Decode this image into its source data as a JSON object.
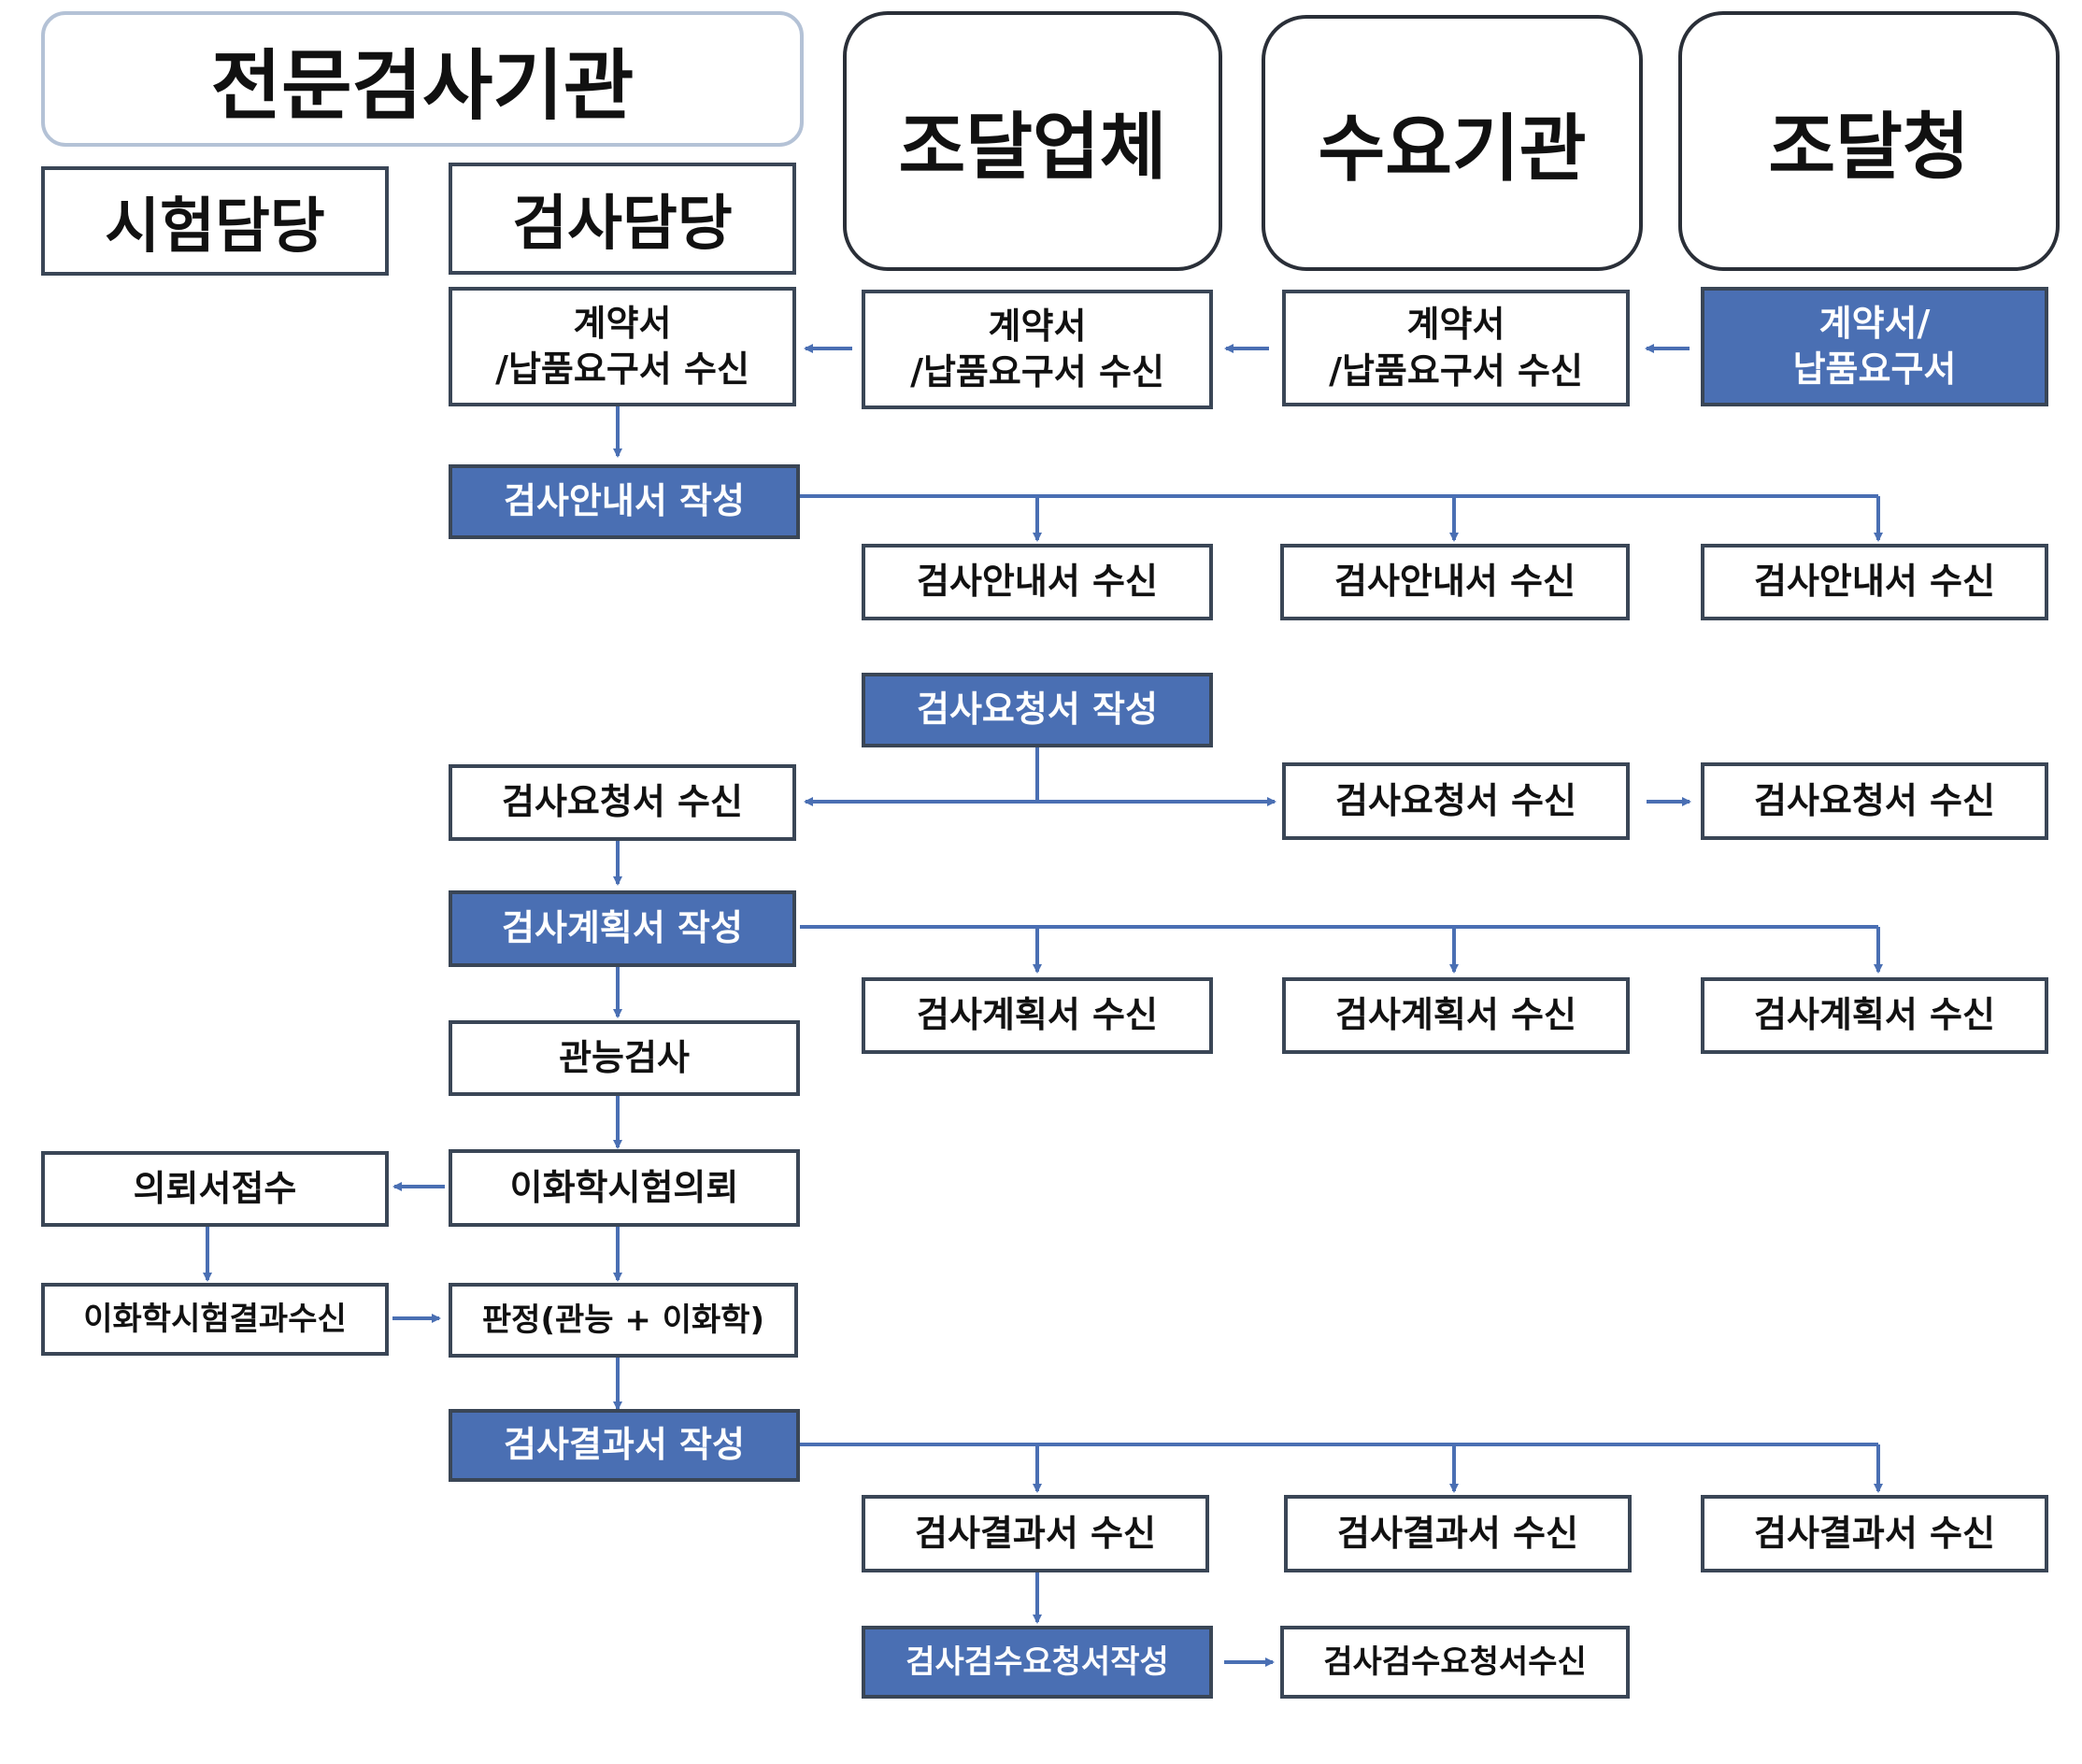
{
  "headers": {
    "institution": "전문검사기관",
    "test_dept": "시험담당",
    "inspect_dept": "검사담당",
    "supplier": "조달업체",
    "demand_org": "수요기관",
    "pps": "조달청"
  },
  "nodes": {
    "contract_issue": "계약서/\n납품요구서",
    "contract_rcv_demand": "계약서\n/납품요구서 수신",
    "contract_rcv_supplier": "계약서\n/납품요구서 수신",
    "contract_rcv_inspect": "계약서\n/납품요구서 수신",
    "guide_write": "검사안내서 작성",
    "guide_rcv_supplier": "검사안내서 수신",
    "guide_rcv_demand": "검사안내서 수신",
    "guide_rcv_pps": "검사안내서 수신",
    "request_write": "검사요청서 작성",
    "request_rcv_inspect": "검사요청서 수신",
    "request_rcv_demand": "검사요청서 수신",
    "request_rcv_pps": "검사요청서 수신",
    "plan_write": "검사계획서 작성",
    "plan_rcv_supplier": "검사계획서 수신",
    "plan_rcv_demand": "검사계획서 수신",
    "plan_rcv_pps": "검사계획서 수신",
    "sensory": "관능검사",
    "request_accept": "의뢰서접수",
    "chem_request": "이화학시험의뢰",
    "chem_result_rcv": "이화학시험결과수신",
    "judgement": "판정(관능 + 이화학)",
    "result_write": "검사결과서 작성",
    "result_rcv_supplier": "검사결과서 수신",
    "result_rcv_demand": "검사결과서 수신",
    "result_rcv_pps": "검사결과서 수신",
    "accept_req_write": "검사검수요청서작성",
    "accept_req_rcv": "검사검수요청서수신"
  },
  "colors": {
    "filled": "#4a6fb3",
    "connector": "#4a6fb3",
    "border": "#3a4656",
    "header_border": "#b4c2d6"
  }
}
